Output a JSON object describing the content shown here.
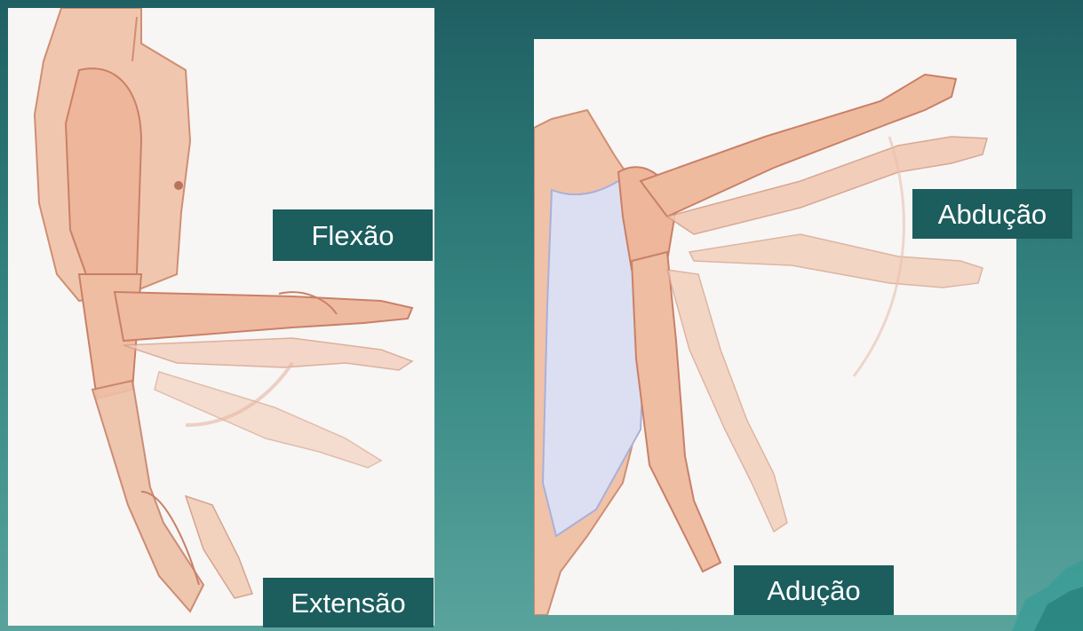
{
  "labels": {
    "flexion": "Flexão",
    "extension": "Extensão",
    "abduction": "Abdução",
    "adduction": "Adução"
  },
  "colors": {
    "background": "#2d7a78",
    "label_background": "#1c5d5e",
    "label_text": "#ffffff",
    "panel": "#f7f6f4",
    "skin": "#f2c3a8",
    "skin_shadow": "#d98f76",
    "swimsuit": "#d9dcf0"
  }
}
